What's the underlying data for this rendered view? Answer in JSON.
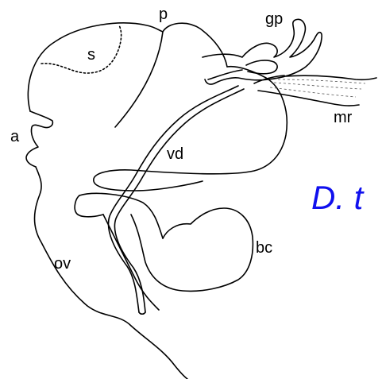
{
  "labels": {
    "p": "p",
    "gp": "gp",
    "s": "s",
    "a": "a",
    "mr": "mr",
    "vd": "vd",
    "ov": "ov",
    "bc": "bc"
  },
  "species_title": "D. t",
  "title_color": "#1010ee"
}
